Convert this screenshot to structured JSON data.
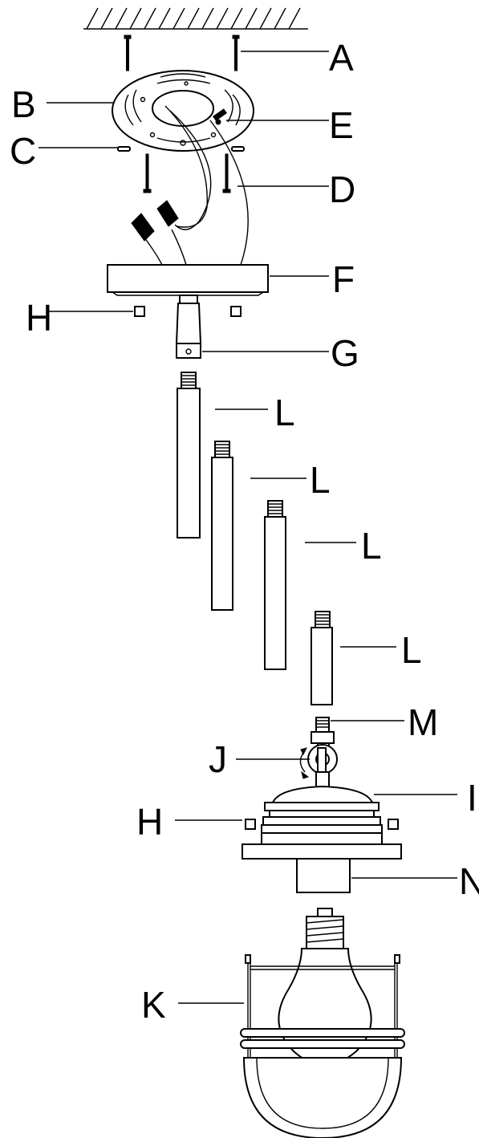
{
  "labels": {
    "A": "A",
    "B": "B",
    "C": "C",
    "D": "D",
    "E": "E",
    "F": "F",
    "G": "G",
    "H_top": "H",
    "L1": "L",
    "L2": "L",
    "L3": "L",
    "L4": "L",
    "M": "M",
    "J": "J",
    "I": "I",
    "H_bottom": "H",
    "N": "N",
    "K": "K"
  }
}
